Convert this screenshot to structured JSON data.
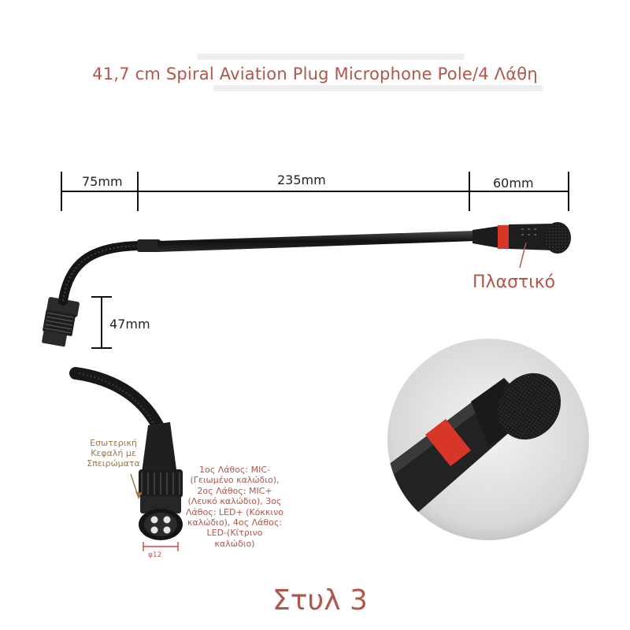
{
  "title": "41,7 cm Spiral Aviation Plug Microphone Pole/4 Λάθη",
  "dimensions": {
    "base": "75mm",
    "gooseneck": "235mm",
    "head": "60mm",
    "plug_height": "47mm",
    "pin_diameter": "φ12"
  },
  "callouts": {
    "head_material": "Πλαστικό",
    "internal_head": "Εσωτερική Κεφαλή με Σπειρώματα",
    "wiring": "1ος Λάθος: MIC-(Γειωμένο καλώδιο), 2ος Λάθος: MIC+ (Λευκό καλώδιο), 3ος Λάθος: LED+ (Κόκκινο καλώδιο), 4ος Λάθος: LED-(Κίτρινο καλώδιο)"
  },
  "style_label": "Στυλ 3",
  "colors": {
    "accent_text": "#b0574a",
    "callout_text": "#9a7a48",
    "red_ring": "#d9362a",
    "black_body": "#1a1a1a"
  }
}
